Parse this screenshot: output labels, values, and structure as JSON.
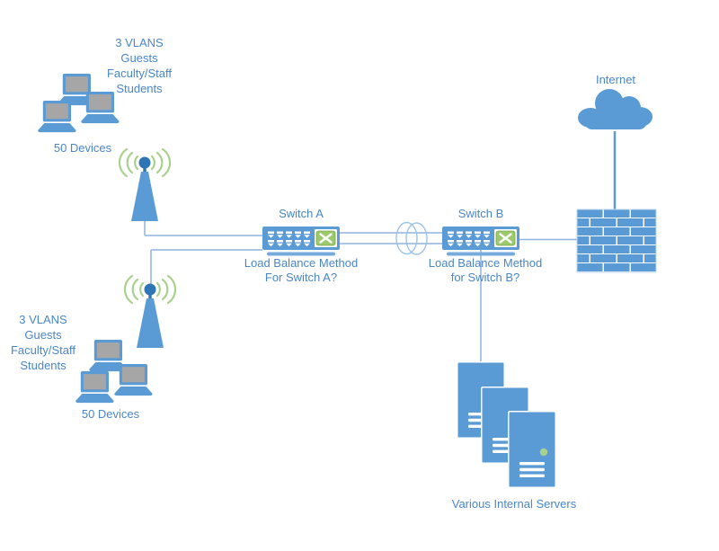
{
  "groups": {
    "top_wifi": {
      "vlan_lines": [
        "3 VLANS",
        "Guests",
        "Faculty/Staff",
        "Students"
      ],
      "device_count": "50 Devices"
    },
    "bottom_wifi": {
      "vlan_lines": [
        "3 VLANS",
        "Guests",
        "Faculty/Staff",
        "Students"
      ],
      "device_count": "50 Devices"
    }
  },
  "switch_a": {
    "name": "Switch A",
    "note_line1": "Load Balance Method",
    "note_line2": "For Switch A?"
  },
  "switch_b": {
    "name": "Switch B",
    "note_line1": "Load Balance Method",
    "note_line2": "for Switch B?"
  },
  "internet_label": "Internet",
  "servers_label": "Various Internal Servers",
  "icons": {
    "laptop": "laptop-icon",
    "antenna": "wireless-antenna-icon",
    "switch": "network-switch-icon",
    "coil": "cable-coil-icon",
    "cloud": "internet-cloud-icon",
    "firewall": "firewall-brick-wall-icon",
    "server": "server-tower-icon"
  },
  "colors": {
    "shape_blue": "#5b9bd5",
    "accent_dark_blue": "#2e75b6",
    "text_blue": "#4a86c8",
    "connector_blue": "#8fb4de",
    "signal_arc_green": "#a9d18e",
    "switch_module_green": "#9cc96b",
    "laptop_screen_gray": "#a6a6a6",
    "server_led_green": "#a9d18e"
  }
}
